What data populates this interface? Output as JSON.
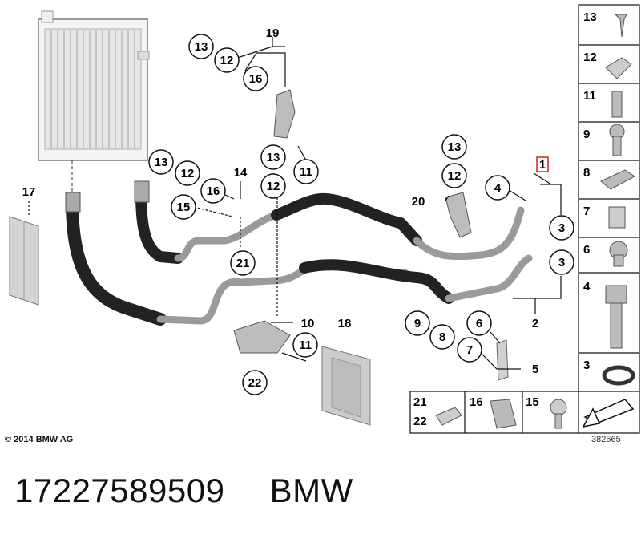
{
  "diagram": {
    "copyright": "© 2014 BMW AG",
    "diagram_id": "382565",
    "highlighted_callout": "1",
    "callouts": {
      "c13a": "13",
      "c12a": "12",
      "c16a": "16",
      "c19": "19",
      "c11a": "11",
      "c13b": "13",
      "c12b": "12",
      "c16b": "16",
      "c14": "14",
      "c15a": "15",
      "c13c": "13",
      "c12c": "12",
      "c21a": "21",
      "c17": "17",
      "c13d": "13",
      "c12d": "12",
      "c20": "20",
      "c4a": "4",
      "c1": "1",
      "c3a": "3",
      "c3b": "3",
      "c2": "2",
      "c10a": "10",
      "c11b": "11",
      "c22a": "22",
      "c18": "18",
      "c9a": "9",
      "c8a": "8",
      "c6a": "6",
      "c7a": "7",
      "c5": "5"
    },
    "side_parts": [
      "13",
      "12",
      "11",
      "9",
      "8",
      "7",
      "6",
      "4",
      "3"
    ],
    "bottom_parts": {
      "p21": "21",
      "p22": "22",
      "p16": "16",
      "p15": "15"
    }
  },
  "footer": {
    "part_number": "17227589509",
    "brand": "BMW"
  }
}
